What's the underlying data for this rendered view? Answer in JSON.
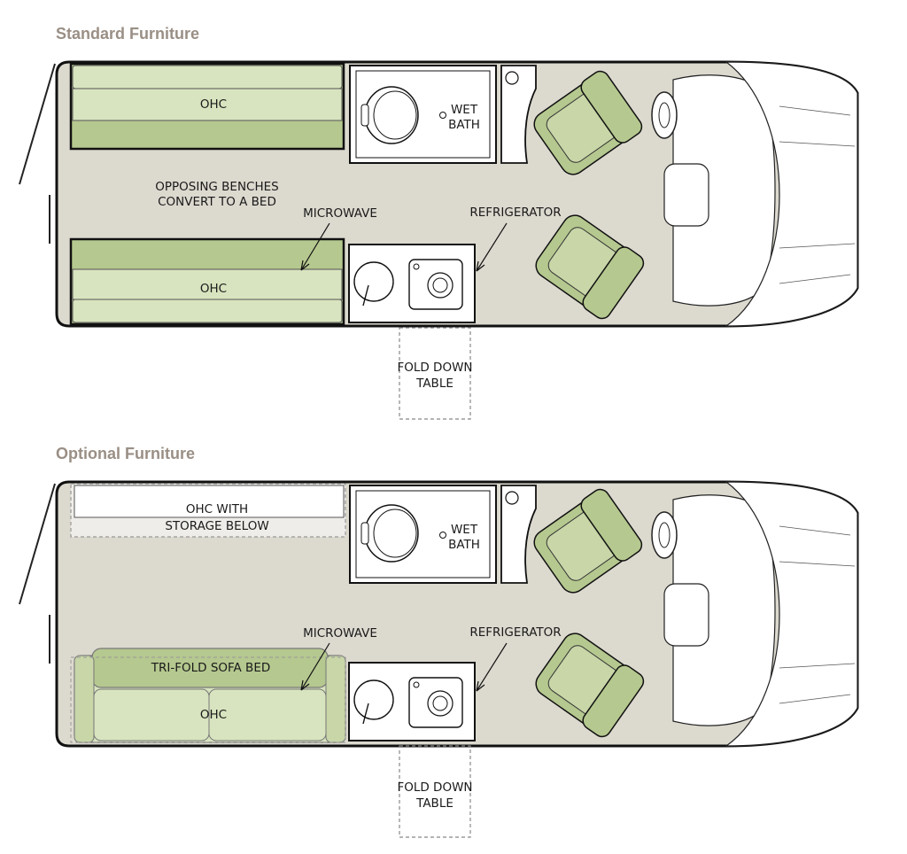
{
  "plans": [
    {
      "title": "Standard Furniture",
      "labels": {
        "ohc_top": "OHC",
        "benches_line1": "OPPOSING BENCHES",
        "benches_line2": "CONVERT TO A BED",
        "microwave": "MICROWAVE",
        "refrigerator": "REFRIGERATOR",
        "wetbath_line1": "WET",
        "wetbath_line2": "BATH",
        "ohc_bottom": "OHC",
        "table_line1": "FOLD DOWN",
        "table_line2": "TABLE"
      }
    },
    {
      "title": "Optional Furniture",
      "labels": {
        "ohc_storage_line1": "OHC WITH",
        "ohc_storage_line2": "STORAGE BELOW",
        "microwave": "MICROWAVE",
        "refrigerator": "REFRIGERATOR",
        "wetbath_line1": "WET",
        "wetbath_line2": "BATH",
        "sofa": "TRI-FOLD SOFA BED",
        "ohc_bottom": "OHC",
        "table_line1": "FOLD DOWN",
        "table_line2": "TABLE"
      }
    }
  ],
  "colors": {
    "floor": "#dcd9cf",
    "green_dark": "#b5c88f",
    "green_light": "#d8e4bf",
    "title": "#9a8f85"
  }
}
